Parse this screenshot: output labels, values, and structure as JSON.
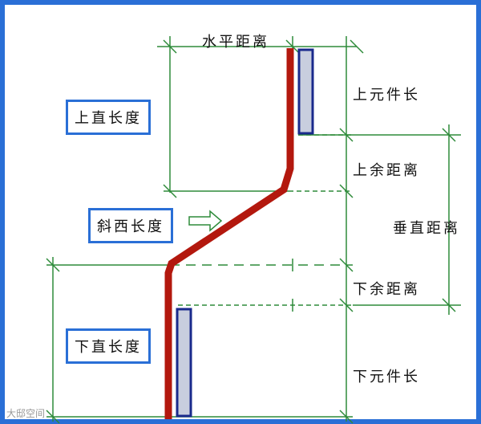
{
  "labels": {
    "horizontal_distance": "水平距离",
    "upper_component_length": "上元件长",
    "upper_remaining_distance": "上余距离",
    "vertical_distance": "垂直距离",
    "lower_remaining_distance": "下余距离",
    "lower_component_length": "下元件长",
    "upper_straight_length": "上直长度",
    "oblique_length": "斜西长度",
    "lower_straight_length": "下直长度"
  },
  "watermark": "大邸空间",
  "colors": {
    "frame": "#2a6fd6",
    "dimension_line": "#2e8b3a",
    "pipe": "#b3180e",
    "component_fill": "#c8cede",
    "component_border": "#1a2a8c"
  }
}
